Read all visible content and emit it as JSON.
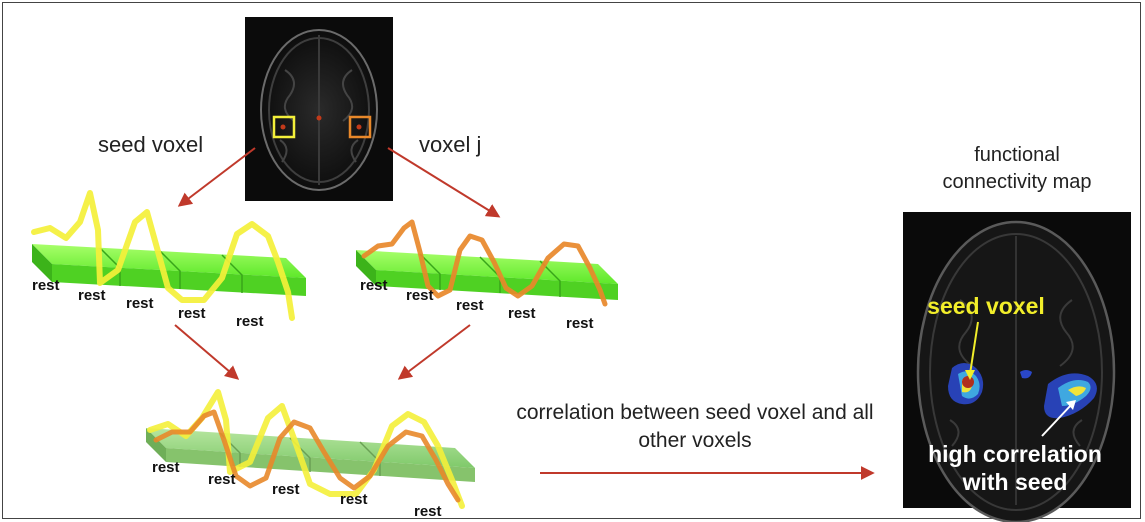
{
  "labels": {
    "seed_voxel": "seed voxel",
    "voxel_j": "voxel j",
    "fc_map_title": "functional connectivity map",
    "correlation_caption": "correlation between seed voxel and all other voxels",
    "map_seed_voxel": "seed voxel",
    "map_high_correlation": "high correlation with seed",
    "rest": "rest"
  },
  "colors": {
    "seed_trace": "#f4f03a",
    "voxel_j_trace": "#e8882a",
    "rest_bar": "#5ee82a",
    "arrow": "#c0392b",
    "map_seed_label": "#f2ee2a",
    "map_high_label": "#ffffff"
  }
}
